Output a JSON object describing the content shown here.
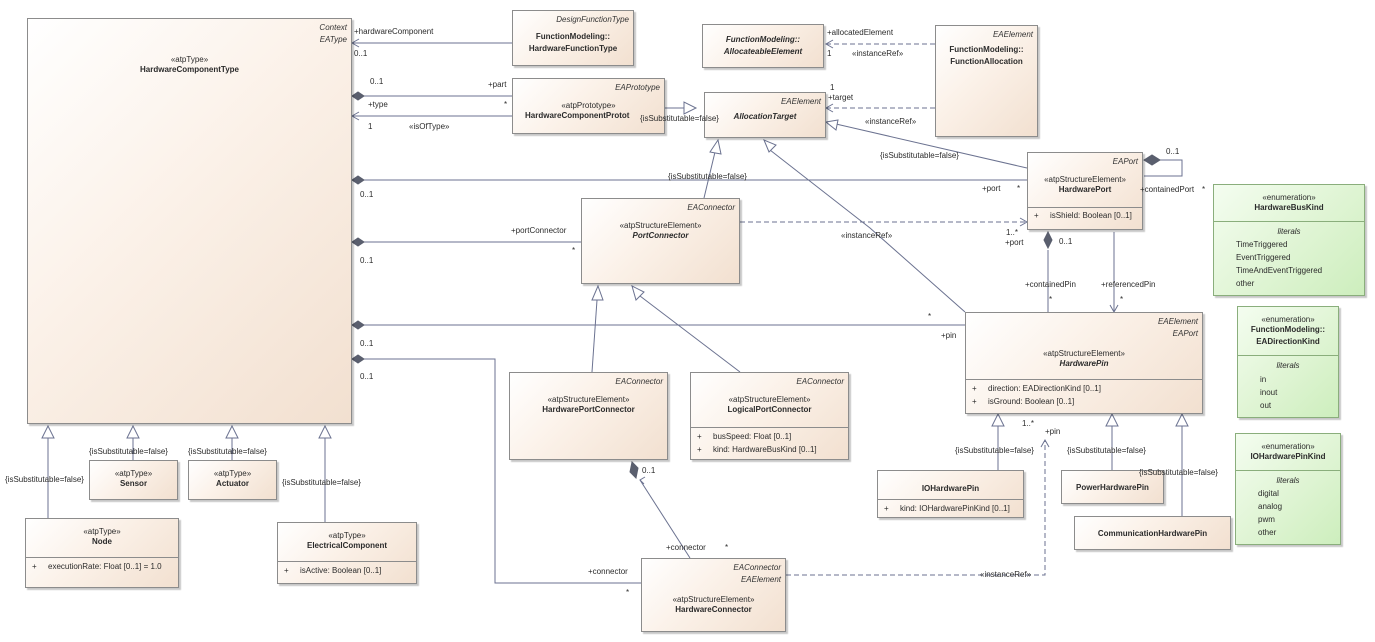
{
  "classes": {
    "hardware_component_type": {
      "tags": [
        "Context",
        "EAType"
      ],
      "stereotype": "«atpType»",
      "name": "HardwareComponentType"
    },
    "design_function_type": {
      "tags": [
        "DesignFunctionType"
      ],
      "name_lines": [
        "FunctionModeling::",
        "HardwareFunctionType"
      ]
    },
    "allocateable_element": {
      "name_lines": [
        "FunctionModeling::",
        "AllocateableElement"
      ]
    },
    "function_allocation": {
      "tags": [
        "EAElement"
      ],
      "name_lines": [
        "FunctionModeling::",
        "FunctionAllocation"
      ]
    },
    "hardware_component_prototype": {
      "tags": [
        "EAPrototype"
      ],
      "stereotype": "«atpPrototype»",
      "name": "HardwareComponentProtot"
    },
    "allocation_target": {
      "tags": [
        "EAElement"
      ],
      "name": "AllocationTarget"
    },
    "hardware_port": {
      "tags": [
        "EAPort"
      ],
      "stereotype": "«atpStructureElement»",
      "name": "HardwarePort",
      "attributes": [
        {
          "vis": "+",
          "text": "isShield: Boolean [0..1]"
        }
      ]
    },
    "port_connector": {
      "tags": [
        "EAConnector"
      ],
      "stereotype": "«atpStructureElement»",
      "name": "PortConnector"
    },
    "hardware_bus_kind": {
      "stereotype": "«enumeration»",
      "name": "HardwareBusKind",
      "literals_header": "literals",
      "literals": [
        "TimeTriggered",
        "EventTriggered",
        "TimeAndEventTriggered",
        "other"
      ]
    },
    "ea_direction_kind": {
      "stereotype": "«enumeration»",
      "name_lines": [
        "FunctionModeling::",
        "EADirectionKind"
      ],
      "literals_header": "literals",
      "literals": [
        "in",
        "inout",
        "out"
      ]
    },
    "io_hardware_pin_kind": {
      "stereotype": "«enumeration»",
      "name": "IOHardwarePinKind",
      "literals_header": "literals",
      "literals": [
        "digital",
        "analog",
        "pwm",
        "other"
      ]
    },
    "hardware_pin": {
      "tags": [
        "EAElement",
        "EAPort"
      ],
      "stereotype": "«atpStructureElement»",
      "name": "HardwarePin",
      "attributes": [
        {
          "vis": "+",
          "text": "direction: EADirectionKind [0..1]"
        },
        {
          "vis": "+",
          "text": "isGround: Boolean [0..1]"
        }
      ]
    },
    "hardware_port_connector": {
      "tags": [
        "EAConnector"
      ],
      "stereotype": "«atpStructureElement»",
      "name": "HardwarePortConnector"
    },
    "logical_port_connector": {
      "tags": [
        "EAConnector"
      ],
      "stereotype": "«atpStructureElement»",
      "name": "LogicalPortConnector",
      "attributes": [
        {
          "vis": "+",
          "text": "busSpeed: Float [0..1]"
        },
        {
          "vis": "+",
          "text": "kind: HardwareBusKind [0..1]"
        }
      ]
    },
    "sensor": {
      "stereotype": "«atpType»",
      "name": "Sensor"
    },
    "actuator": {
      "stereotype": "«atpType»",
      "name": "Actuator"
    },
    "node": {
      "stereotype": "«atpType»",
      "name": "Node",
      "attributes": [
        {
          "vis": "+",
          "text": "executionRate: Float [0..1] = 1.0"
        }
      ]
    },
    "electrical_component": {
      "stereotype": "«atpType»",
      "name": "ElectricalComponent",
      "attributes": [
        {
          "vis": "+",
          "text": "isActive: Boolean [0..1]"
        }
      ]
    },
    "io_hardware_pin": {
      "name": "IOHardwarePin",
      "attributes": [
        {
          "vis": "+",
          "text": "kind: IOHardwarePinKind [0..1]"
        }
      ]
    },
    "power_hardware_pin": {
      "name": "PowerHardwarePin"
    },
    "communication_hardware_pin": {
      "name": "CommunicationHardwarePin"
    },
    "hardware_connector": {
      "tags": [
        "EAConnector",
        "EAElement"
      ],
      "stereotype": "«atpStructureElement»",
      "name": "HardwareConnector"
    }
  },
  "labels": {
    "hardware_component": "+hardwareComponent",
    "mult_0_1_a": "0..1",
    "mult_0_1_b": "0..1",
    "part": "+part",
    "star_part": "*",
    "type": "+type",
    "one_type": "1",
    "is_of_type": "«isOfType»",
    "allocated_element": "+allocatedElement",
    "one_alloc": "1",
    "instance_ref_1": "«instanceRef»",
    "one_target": "1",
    "target": "+target",
    "instance_ref_2": "«instanceRef»",
    "is_subst_at": "{isSubstitutable=false}",
    "is_subst_hp": "{isSubstitutable=false}",
    "is_subst_pc": "{isSubstitutable=false}",
    "mult_0_1_hp": "0..1",
    "port": "+port",
    "star_port": "*",
    "contained_port": "+containedPort",
    "star_contained_port": "*",
    "mult_0_1_self": "0..1",
    "mult_0_1_c": "0..1",
    "port_connector": "+portConnector",
    "star_port_connector": "*",
    "instance_ref_3": "«instanceRef»",
    "one_star_port": "1..*",
    "port2": "+port",
    "mult_0_1_cp": "0..1",
    "contained_pin": "+containedPin",
    "star_contained_pin": "*",
    "referenced_pin": "+referencedPin",
    "star_referenced_pin": "*",
    "mult_0_1_d": "0..1",
    "star_pin": "*",
    "pin": "+pin",
    "mult_0_1_e": "0..1",
    "one_star_pin": "1..*",
    "pin2": "+pin",
    "is_subst_io": "{isSubstitutable=false}",
    "is_subst_pw": "{isSubstitutable=false}",
    "is_subst_comm": "{isSubstitutable=false}",
    "mult_0_1_hpc": "0..1",
    "connector": "+connector",
    "star_connector": "*",
    "connector2": "+connector",
    "star_connector2": "*",
    "instance_ref_4": "«instanceRef»",
    "is_subst_node": "{isSubstitutable=false}",
    "is_subst_sensor": "{isSubstitutable=false}",
    "is_subst_actuator": "{isSubstitutable=false}",
    "is_subst_elec": "{isSubstitutable=false}"
  }
}
